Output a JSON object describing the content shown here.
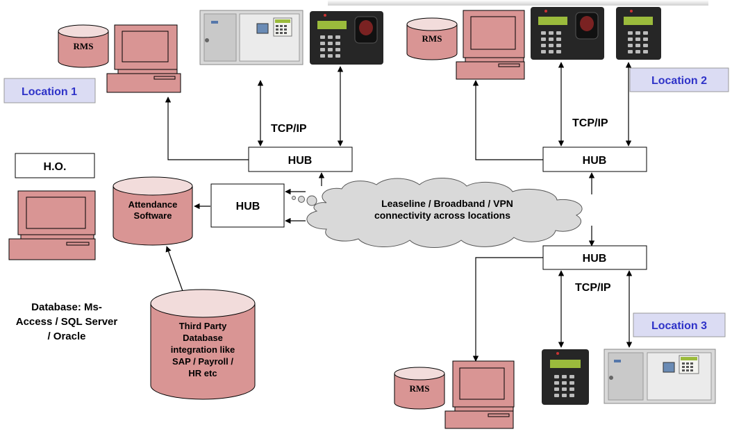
{
  "locations": {
    "loc1": "Location 1",
    "loc2": "Location 2",
    "loc3": "Location 3"
  },
  "ho_label": "H.O.",
  "rms_label": "RMS",
  "hub_label": "HUB",
  "tcpip_label": "TCP/IP",
  "attendance_software": [
    "Attendance",
    "Software"
  ],
  "cloud_text": [
    "Leaseline /  Broadband / VPN",
    "connectivity across locations"
  ],
  "third_party": [
    "Third Party",
    "Database",
    "integration like",
    "SAP / Payroll /",
    "HR etc"
  ],
  "database_note": [
    "Database: Ms-",
    "Access / SQL Server",
    "/ Oracle"
  ],
  "colors": {
    "pink": "#d99594",
    "pink_light": "#f2dcdb",
    "location_bg": "#dbdcf3",
    "location_text": "#2e32c8",
    "device_dark": "#262626",
    "lcd_green": "#9bbb3c",
    "panel_grey": "#d9d9d9",
    "cloud_fill": "#d9d9d9"
  },
  "icons": [
    "computer-icon",
    "database-cylinder-icon",
    "biometric-device-icon",
    "access-control-panel-icon",
    "cloud-icon",
    "hub-box-icon"
  ]
}
